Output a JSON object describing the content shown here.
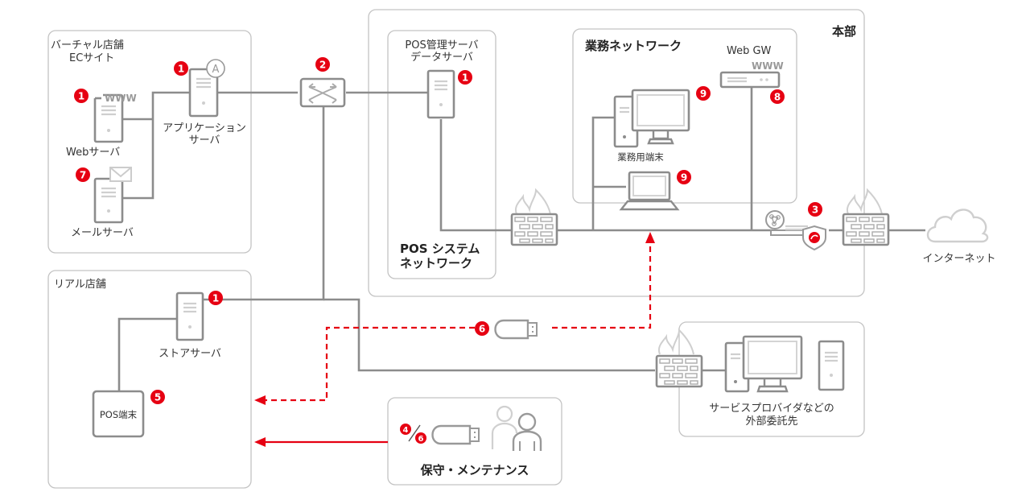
{
  "zones": {
    "virtual_store": {
      "title_line1": "バーチャル店舗",
      "title_line2": "ECサイト"
    },
    "real_store": {
      "title": "リアル店舗"
    },
    "headquarters": {
      "title": "本部"
    },
    "pos_system_network": {
      "title_line1": "POS システム",
      "title_line2": "ネットワーク"
    },
    "business_network": {
      "title": "業務ネットワーク"
    },
    "maintenance": {
      "title": "保守・メンテナンス"
    },
    "external_provider": {
      "title_line1": "サービスプロバイダなどの",
      "title_line2": "外部委託先"
    }
  },
  "devices": {
    "web_server": {
      "label": "Webサーバ",
      "badge": "1",
      "icon_text": "WWW"
    },
    "mail_server": {
      "label": "メールサーバ",
      "badge": "7"
    },
    "app_server": {
      "label_line1": "アプリケーション",
      "label_line2": "サーバ",
      "badge": "1",
      "icon_text": "A"
    },
    "switch": {
      "badge": "2"
    },
    "pos_mgmt_server": {
      "label_line1": "POS管理サーバ",
      "label_line2": "データサーバ",
      "badge": "1"
    },
    "business_pc": {
      "label": "業務用端末",
      "badge": "9"
    },
    "business_laptop": {
      "badge": "9"
    },
    "web_gw": {
      "label": "Web GW",
      "badge": "8",
      "icon_text": "WWW"
    },
    "security_appliance": {
      "badge": "3"
    },
    "internet": {
      "label": "インターネット"
    },
    "store_server": {
      "label": "ストアサーバ",
      "badge": "1"
    },
    "pos_terminal": {
      "label": "POS端末",
      "badge": "5"
    },
    "usb_flow": {
      "badge": "6"
    },
    "maintenance_usb": {
      "badge_a": "4",
      "badge_b": "6"
    }
  },
  "colors": {
    "accent_red": "#e60012",
    "line_gray": "#8c8c8c",
    "zone_border": "#c4c4c4"
  }
}
